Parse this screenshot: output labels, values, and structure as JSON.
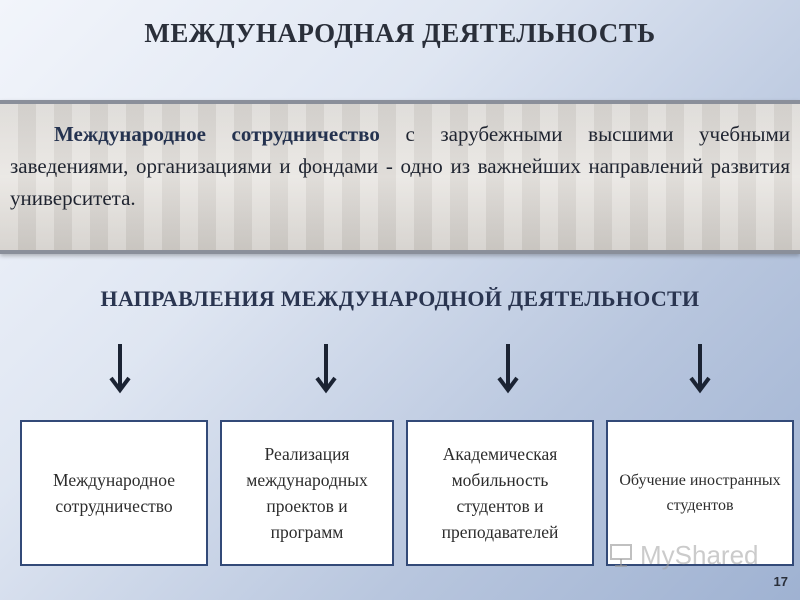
{
  "slide": {
    "title": "МЕЖДУНАРОДНАЯ ДЕЯТЕЛЬНОСТЬ",
    "intro": {
      "lead": "Международное сотрудничество",
      "rest": " с зарубежными высшими учебными заведениями, организациями и фондами - одно из важнейших направлений развития университета."
    },
    "subtitle": "НАПРАВЛЕНИЯ МЕЖДУНАРОДНОЙ ДЕЯТЕЛЬНОСТИ",
    "directions": [
      {
        "label": "Международное сотрудничество"
      },
      {
        "label": "Реализация международных проектов и программ"
      },
      {
        "label": "Академическая мобильность студентов и преподавателей"
      },
      {
        "label": "Обучение иностранных студентов"
      }
    ],
    "page_number": "17",
    "watermark": "MyShared"
  },
  "colors": {
    "arrow": "#1b2333",
    "box_border": "#334a78"
  }
}
